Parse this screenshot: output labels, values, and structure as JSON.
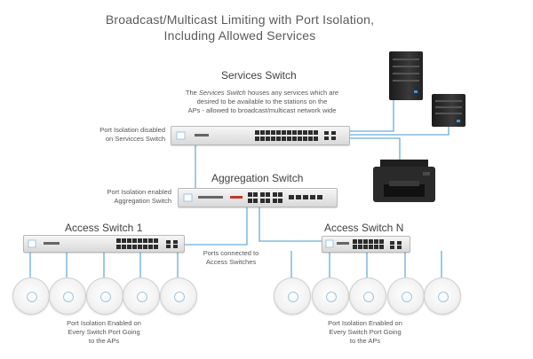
{
  "title": {
    "line1": "Broadcast/Multicast Limiting with Port Isolation,",
    "line2": "Including Allowed Services"
  },
  "services_switch": {
    "heading": "Services Switch",
    "description_pre": "The ",
    "description_em": "Services Switch",
    "description_post": " houses any services which are",
    "description_line2": "desired to be available to the stations on the",
    "description_line3": "APs - allowed to broadcast/multicast network wide",
    "side_label_line1": "Port Isolation disabled",
    "side_label_line2": "on Servicces Switch"
  },
  "aggregation_switch": {
    "heading": "Aggregation Switch",
    "side_label_line1": "Port Isolation enabled",
    "side_label_line2": "Aggregation Switch"
  },
  "access_switch_1": {
    "heading": "Access Switch 1",
    "note_line1": "Port Isolation Enabled on",
    "note_line2": "Every Switch Port Going",
    "note_line3": "to the APs"
  },
  "access_switch_n": {
    "heading": "Access Switch N",
    "note_line1": "Port Isolation Enabled on",
    "note_line2": "Every Switch Port Going",
    "note_line3": "to the APs"
  },
  "ports_label": {
    "line1": "Ports connected to",
    "line2": "Access Switches"
  },
  "colors": {
    "wire": "#6aaed6",
    "chassis": "#e6e6e6",
    "port": "#2d2d2d",
    "server_light": "#4a90e2"
  },
  "icons": [
    "server-icon",
    "printer-icon",
    "switch-icon",
    "access-point-icon"
  ]
}
